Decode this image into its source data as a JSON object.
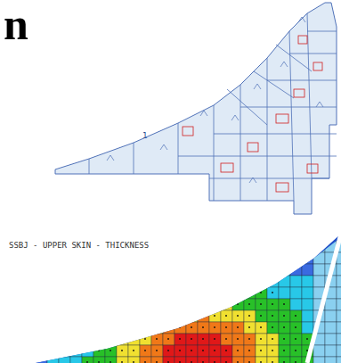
{
  "diagram": {
    "title": "n",
    "labels": [
      "1",
      "SSBJ - UPPER SKIN - THICKNESS"
    ]
  }
}
